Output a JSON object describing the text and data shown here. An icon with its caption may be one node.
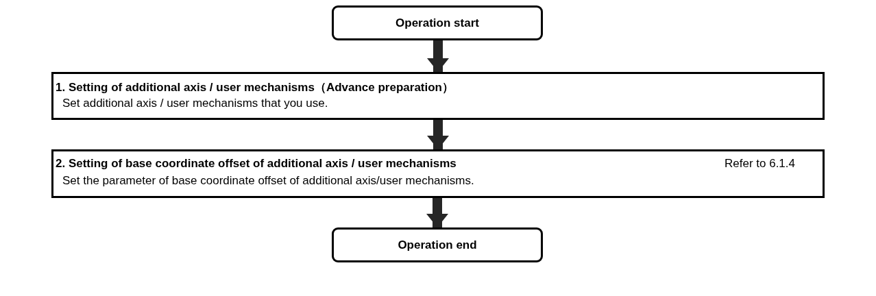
{
  "diagram": {
    "nodes": [
      {
        "text": [
          "Operation start"
        ]
      },
      {
        "text": [
          "1. Setting of additional axis / user mechanisms（Advance preparation）",
          "Set additional axis / user mechanisms that you use."
        ]
      },
      {
        "text": [
          "2. Setting of base coordinate offset of additional axis / user mechanisms",
          "Refer to 6.1.4",
          "Set the parameter of base coordinate offset of additional axis/user mechanisms."
        ]
      },
      {
        "text": [
          "Operation end"
        ]
      }
    ],
    "edges": [
      {
        "from": 0,
        "to": 1,
        "arrow": "to"
      },
      {
        "from": 1,
        "to": 2,
        "arrow": "to"
      },
      {
        "from": 2,
        "to": 3,
        "arrow": "to"
      }
    ]
  }
}
